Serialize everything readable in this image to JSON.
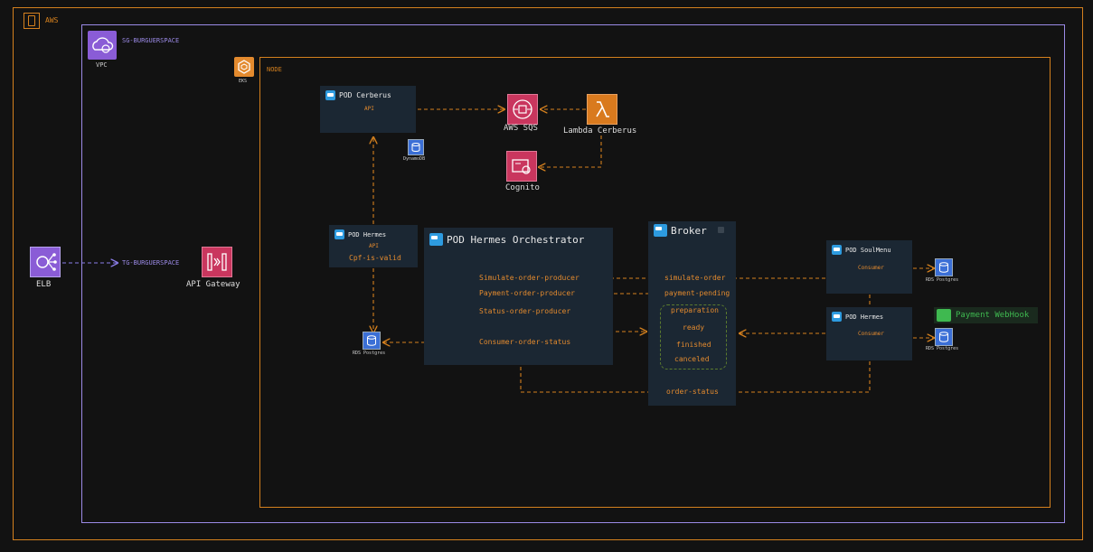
{
  "groups": {
    "aws": "AWS",
    "sg": "SG-BURGUERSPACE",
    "vpc": "VPC",
    "eks": "EKS",
    "node": "NODE",
    "tg": "TG-BURGUERSPACE"
  },
  "services": {
    "elb": "ELB",
    "api_gateway": "API Gateway",
    "aws_sqs": "AWS SQS",
    "lambda": "Lambda Cerberus",
    "cognito": "Cognito",
    "dynamodb": "DynamoDB",
    "rds_hermes": "RDS Postgres",
    "rds_soulmenu": "RDS Postgres",
    "rds_hermes2": "RDS Postgres",
    "payment_webhook": "Payment WebHook"
  },
  "pods": {
    "cerberus": {
      "title": "POD Cerberus",
      "role": "API"
    },
    "hermes_api": {
      "title": "POD Hermes",
      "role": "API",
      "endpoint": "Cpf-is-valid"
    },
    "orchestrator": {
      "title": "POD Hermes Orchestrator",
      "producers": [
        "Simulate-order-producer",
        "Payment-order-producer",
        "Status-order-producer",
        "Consumer-order-status"
      ]
    },
    "broker": {
      "title": "Broker",
      "queues": [
        "simulate-order",
        "payment-pending",
        "order-status"
      ],
      "statuses": [
        "preparation",
        "ready",
        "finished",
        "canceled"
      ]
    },
    "soulmenu": {
      "title": "POD SoulMenu",
      "role": "Consumer"
    },
    "hermes_consumer": {
      "title": "POD Hermes",
      "role": "Consumer"
    }
  },
  "colors": {
    "aws_border": "#d4801e",
    "sg_border": "#9b8ae6",
    "node_border": "#d4801e",
    "arrow": "#d4801e",
    "tg_arrow": "#8b7de8",
    "pod_bg": "#1b2733",
    "webhook": "#3fb950"
  }
}
